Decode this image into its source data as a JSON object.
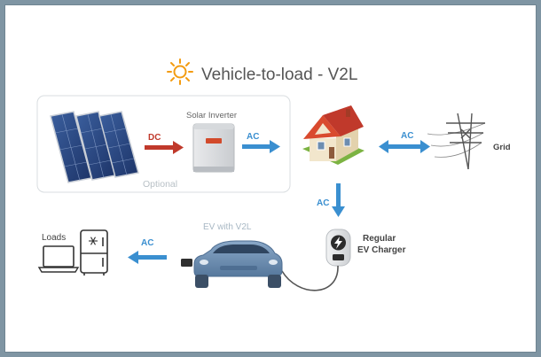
{
  "title": "Vehicle-to-load - V2L",
  "labels": {
    "solar_inverter": "Solar Inverter",
    "optional": "Optional",
    "dc": "DC",
    "ac_inverter_house": "AC",
    "ac_house_grid": "AC",
    "grid": "Grid",
    "ac_house_charger": "AC",
    "charger_line1": "Regular",
    "charger_line2": "EV Charger",
    "ev": "EV with V2L",
    "ac_ev_loads": "AC",
    "loads": "Loads"
  },
  "colors": {
    "background_border": "#7f95a3",
    "ac_arrow": "#3a8fd0",
    "dc_arrow": "#c0392b",
    "title_text": "#555555",
    "faded_text": "#a8b8c4",
    "car_body": "#6e8fb2",
    "sun": "#f39c12"
  },
  "icons": [
    "sun-icon",
    "solar-panel-icon",
    "inverter-icon",
    "house-icon",
    "power-pylon-icon",
    "ev-charger-icon",
    "electric-car-icon",
    "laptop-icon",
    "fridge-icon"
  ]
}
